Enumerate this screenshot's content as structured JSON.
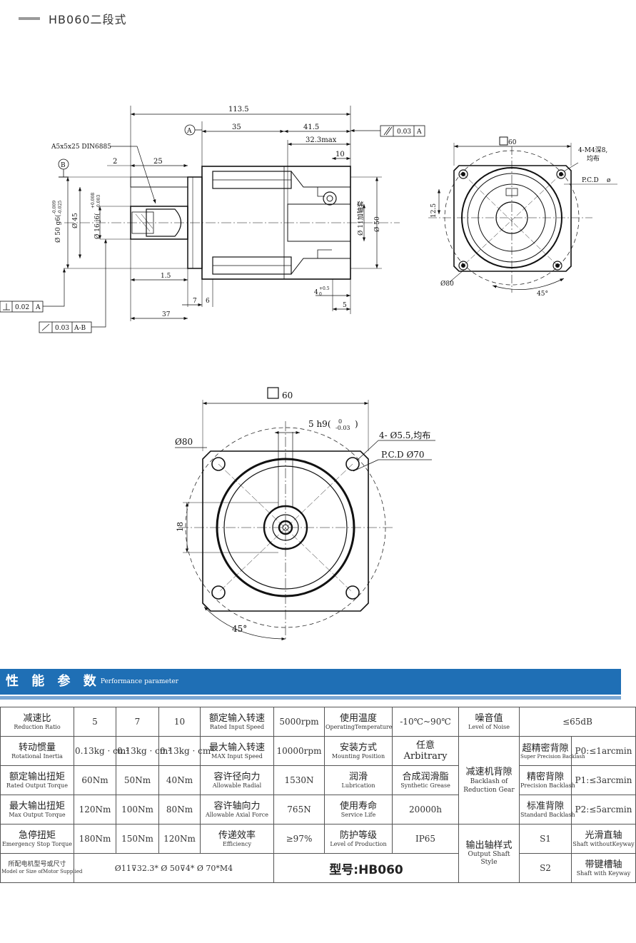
{
  "page_title": "HB060二段式",
  "drawing_top": {
    "dim_113_5": "113.5",
    "dim_35": "35",
    "dim_41_5": "41.5",
    "dim_32_3max": "32.3max",
    "dim_10": "10",
    "dim_25": "25",
    "dim_2": "2",
    "key_spec": "A5x5x25 DIN6885",
    "datum_a": "A",
    "datum_b": "B",
    "flat_tol": "0.03",
    "flat_ref": "A",
    "dia_50g6": "Ø 50 g6(",
    "dia_50g6_tol": "-0.009\n-0.025",
    "dia_45": "Ø 45",
    "dia_16j6": "Ø 16 j6(",
    "dia_16j6_tol": "+0.008\n-0.003",
    "dia_11": "Ø 11加轴套",
    "dia_50": "Ø 50",
    "dim_1_5": "1.5",
    "dim_7": "7",
    "dim_6": "6",
    "dim_37": "37",
    "dim_4": "4",
    "dim_4_tol": "+0.5\n0",
    "dim_5": "5",
    "perp_tol": "0.02",
    "perp_ref": "A",
    "runout_tol": "0.03",
    "runout_ref": "A-B"
  },
  "drawing_right": {
    "square_60": "60",
    "m4": "4-M4深8,",
    "m4_2": "均布",
    "pcd": "P.C.D",
    "dim_12_5": "12.5",
    "dia_80": "Ø80",
    "angle_45": "45°"
  },
  "drawing_front": {
    "square_60": "60",
    "key_h9": "5 h9(",
    "key_h9_tol": "0\n-0.03",
    "holes": "4- Ø5.5,均布",
    "pcd": "P.C.D   Ø70",
    "dia_80": "Ø80",
    "dim_18": "18",
    "angle_45": "45°"
  },
  "banner": {
    "title_cn": "性 能 参 数",
    "title_en": "Performance parameter"
  },
  "table": {
    "r1": {
      "label_cn": "减速比",
      "label_en": "Reduction Ratio",
      "v1": "5",
      "v2": "7",
      "v3": "10",
      "p1_cn": "额定输入转速",
      "p1_en": "Rated Input Speed",
      "p1_val": "5000rpm",
      "p2_cn": "使用温度",
      "p2_en": "OperatingTemperature",
      "p2_val": "-10℃~90℃",
      "p3_cn": "噪音值",
      "p3_en": "Level of Noise",
      "p3_val": "≤65dB"
    },
    "r2": {
      "label_cn": "转动惯量",
      "label_en": "Rotational Inertia",
      "v1": "0.13kg · cm²",
      "v2": "0.13kg · cm²",
      "v3": "0.13kg · cm²",
      "p1_cn": "最大输入转速",
      "p1_en": "MAX Input Speed",
      "p1_val": "10000rpm",
      "p2_cn": "安装方式",
      "p2_en": "Mounting Position",
      "p2_val_cn": "任意",
      "p2_val_en": "Arbitrary",
      "b1_cn": "超精密背隙",
      "b1_en": "Super Precision Backlash",
      "b1_val": "P0:≤1arcmin"
    },
    "r3": {
      "label_cn": "额定输出扭矩",
      "label_en": "Rated Output Torque",
      "v1": "60Nm",
      "v2": "50Nm",
      "v3": "40Nm",
      "p1_cn": "容许径向力",
      "p1_en": "Allowable Radial",
      "p1_val": "1530N",
      "p2_cn": "润滑",
      "p2_en": "Lubrication",
      "p2_val_cn": "合成润滑脂",
      "p2_val_en": "Synthetic Grease",
      "b_cn": "减速机背隙",
      "b_en": "Backlash of Reduction Gear",
      "b2_cn": "精密背隙",
      "b2_en": "Precision Backlash",
      "b2_val": "P1:≤3arcmin"
    },
    "r4": {
      "label_cn": "最大输出扭矩",
      "label_en": "Max Output Torque",
      "v1": "120Nm",
      "v2": "100Nm",
      "v3": "80Nm",
      "p1_cn": "容许轴向力",
      "p1_en": "Allowable Axial Force",
      "p1_val": "765N",
      "p2_cn": "使用寿命",
      "p2_en": "Service Life",
      "p2_val": "20000h",
      "b3_cn": "标准背隙",
      "b3_en": "Standard Backlash",
      "b3_val": "P2:≤5arcmin"
    },
    "r5": {
      "label_cn": "急停扭矩",
      "label_en": "Emergency Stop Torque",
      "v1": "180Nm",
      "v2": "150Nm",
      "v3": "120Nm",
      "p1_cn": "传递效率",
      "p1_en": "Efficiency",
      "p1_val": "≥97%",
      "p2_cn": "防护等级",
      "p2_en": "Level of Production",
      "p2_val": "IP65",
      "s_cn": "输出轴样式",
      "s_en": "Output Shaft Style",
      "s1": "S1",
      "s1_cn": "光滑直轴",
      "s1_en": "Shaft withoutKeyway"
    },
    "r6": {
      "label_cn": "所配电机型号或尺寸",
      "label_en": "Model or Size ofMotor Supplied",
      "motor": "Ø11⊽32.3* Ø 50⊽4* Ø 70*M4",
      "model_label": "型号:",
      "model_val": "HB060",
      "s2": "S2",
      "s2_cn": "带键槽轴",
      "s2_en": "Shaft with Keyway"
    }
  }
}
